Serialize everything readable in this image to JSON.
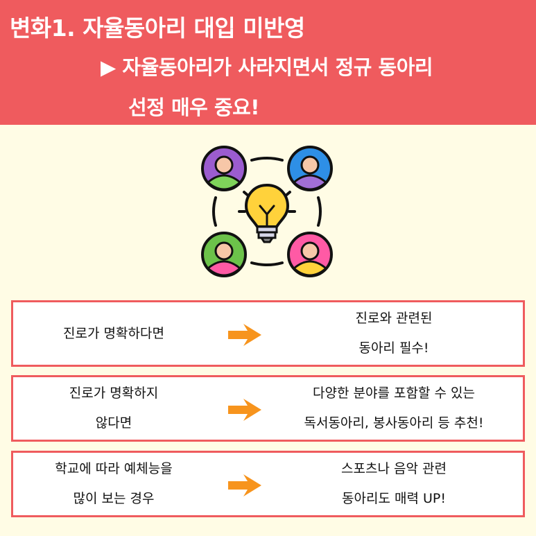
{
  "header": {
    "title": "변화1. 자율동아리 대입 미반영",
    "subtitle_line1": "▶ 자율동아리가 사라지면서 정규 동아리",
    "subtitle_line2": "선정 매우 중요!"
  },
  "rows": [
    {
      "condition": [
        "진로가 명확하다면"
      ],
      "result": [
        "진로와 관련된",
        "동아리 필수!"
      ]
    },
    {
      "condition": [
        "진로가 명확하지",
        "않다면"
      ],
      "result": [
        "다양한 분야를 포함할 수 있는",
        "독서동아리, 봉사동아리 등 추천!"
      ]
    },
    {
      "condition": [
        "학교에 따라 예체능을",
        "많이 보는 경우"
      ],
      "result": [
        "스포츠나 음악 관련",
        "동아리도 매력 UP!"
      ]
    }
  ],
  "colors": {
    "accent": "#ef5b5e",
    "background": "#fffce5",
    "arrow": "#f7941d",
    "bulb": "#ffd23b"
  },
  "icons": [
    "person-purple-icon",
    "person-blue-icon",
    "person-green-icon",
    "person-pink-icon",
    "lightbulb-icon",
    "arrow-right-icon"
  ]
}
